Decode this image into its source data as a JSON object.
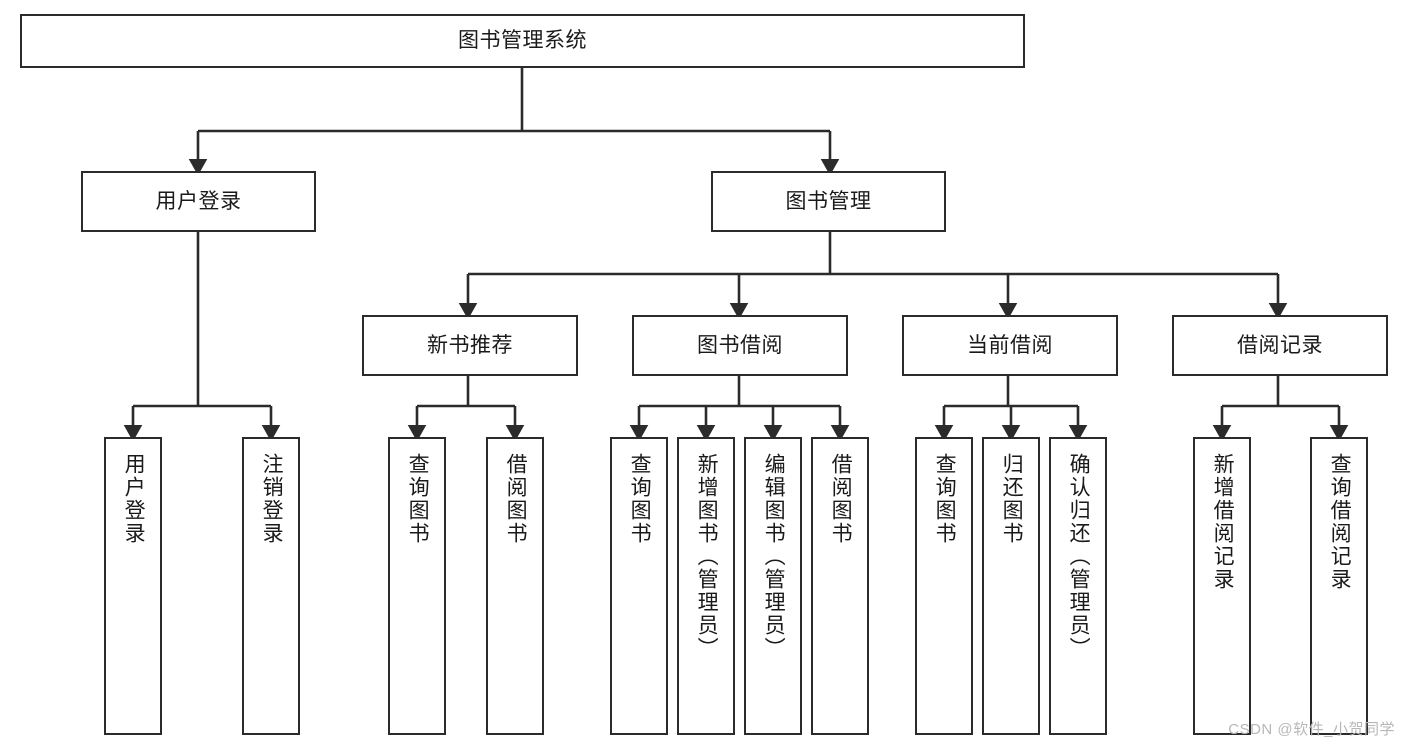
{
  "diagram": {
    "title": "图书管理系统",
    "type": "tree-hierarchy-diagram",
    "watermark": "CSDN @软件_小贺同学",
    "colors": {
      "background": "#ffffff",
      "box_border": "#2b2b2b",
      "box_fill": "#ffffff",
      "text": "#1a1a1a",
      "edge": "#2b2b2b",
      "watermark": "#b7b7b7"
    },
    "nodes": {
      "root": {
        "label": "图书管理系统",
        "level": 0,
        "orientation": "horizontal"
      },
      "user_login": {
        "label": "用户登录",
        "level": 1,
        "orientation": "horizontal"
      },
      "book_manage": {
        "label": "图书管理",
        "level": 1,
        "orientation": "horizontal"
      },
      "new_book_rec": {
        "label": "新书推荐",
        "level": 2,
        "orientation": "horizontal"
      },
      "book_borrow": {
        "label": "图书借阅",
        "level": 2,
        "orientation": "horizontal"
      },
      "current_borrow": {
        "label": "当前借阅",
        "level": 2,
        "orientation": "horizontal"
      },
      "borrow_record": {
        "label": "借阅记录",
        "level": 2,
        "orientation": "horizontal"
      },
      "leaf_user_login": {
        "label": "用户登录",
        "level": 3,
        "orientation": "vertical"
      },
      "leaf_logout": {
        "label": "注销登录",
        "level": 3,
        "orientation": "vertical"
      },
      "leaf_query_book_a": {
        "label": "查询图书",
        "level": 3,
        "orientation": "vertical"
      },
      "leaf_borrow_book_a": {
        "label": "借阅图书",
        "level": 3,
        "orientation": "vertical"
      },
      "leaf_query_book_b": {
        "label": "查询图书",
        "level": 3,
        "orientation": "vertical"
      },
      "leaf_add_book": {
        "label": "新增图书（管理员）",
        "level": 3,
        "orientation": "vertical"
      },
      "leaf_edit_book": {
        "label": "编辑图书（管理员）",
        "level": 3,
        "orientation": "vertical"
      },
      "leaf_borrow_book_b": {
        "label": "借阅图书",
        "level": 3,
        "orientation": "vertical"
      },
      "leaf_query_book_c": {
        "label": "查询图书",
        "level": 3,
        "orientation": "vertical"
      },
      "leaf_return_book": {
        "label": "归还图书",
        "level": 3,
        "orientation": "vertical"
      },
      "leaf_confirm_return": {
        "label": "确认归还（管理员）",
        "level": 3,
        "orientation": "vertical"
      },
      "leaf_add_record": {
        "label": "新增借阅记录",
        "level": 3,
        "orientation": "vertical"
      },
      "leaf_query_record": {
        "label": "查询借阅记录",
        "level": 3,
        "orientation": "vertical"
      }
    },
    "edges": [
      {
        "from": "root",
        "to": "user_login"
      },
      {
        "from": "root",
        "to": "book_manage"
      },
      {
        "from": "user_login",
        "to": "leaf_user_login"
      },
      {
        "from": "user_login",
        "to": "leaf_logout"
      },
      {
        "from": "book_manage",
        "to": "new_book_rec"
      },
      {
        "from": "book_manage",
        "to": "book_borrow"
      },
      {
        "from": "book_manage",
        "to": "current_borrow"
      },
      {
        "from": "book_manage",
        "to": "borrow_record"
      },
      {
        "from": "new_book_rec",
        "to": "leaf_query_book_a"
      },
      {
        "from": "new_book_rec",
        "to": "leaf_borrow_book_a"
      },
      {
        "from": "book_borrow",
        "to": "leaf_query_book_b"
      },
      {
        "from": "book_borrow",
        "to": "leaf_add_book"
      },
      {
        "from": "book_borrow",
        "to": "leaf_edit_book"
      },
      {
        "from": "book_borrow",
        "to": "leaf_borrow_book_b"
      },
      {
        "from": "current_borrow",
        "to": "leaf_query_book_c"
      },
      {
        "from": "current_borrow",
        "to": "leaf_return_book"
      },
      {
        "from": "current_borrow",
        "to": "leaf_confirm_return"
      },
      {
        "from": "borrow_record",
        "to": "leaf_add_record"
      },
      {
        "from": "borrow_record",
        "to": "leaf_query_record"
      }
    ]
  }
}
